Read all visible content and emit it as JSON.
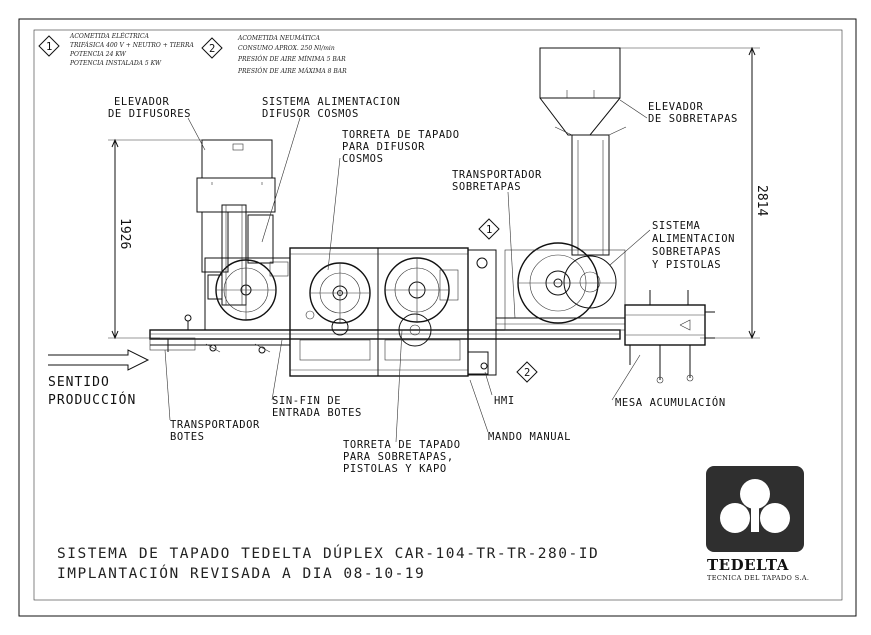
{
  "notes": [
    {
      "number": "1",
      "lines": [
        "ACOMETIDA ELÉCTRICA",
        "TRIFÁSICA 400 V + NEUTRO + TIERRA",
        "POTENCIA 24 KW",
        "POTENCIA INSTALADA 5 KW"
      ]
    },
    {
      "number": "2",
      "lines": [
        "ACOMETIDA NEUMÁTICA",
        "CONSUMO APROX. 250 Nl/min",
        "PRESIÓN DE AIRE MÍNIMA 5 BAR",
        "PRESIÓN DE AIRE MÁXIMA 8 BAR"
      ]
    }
  ],
  "labels": {
    "elevador_difusores": [
      "ELEVADOR",
      "DE DIFUSORES"
    ],
    "sistema_alimentacion_difusor": [
      "SISTEMA ALIMENTACION",
      "DIFUSOR COSMOS"
    ],
    "torreta_difusor": [
      "TORRETA DE TAPADO",
      "PARA DIFUSOR",
      "COSMOS"
    ],
    "transportador_sobretapas": [
      "TRANSPORTADOR",
      "SOBRETAPAS"
    ],
    "elevador_sobretapas": [
      "ELEVADOR",
      "DE SOBRETAPAS"
    ],
    "sistema_alimentacion_sobretapas": [
      "SISTEMA",
      "ALIMENTACION",
      "SOBRETAPAS",
      "Y PISTOLAS"
    ],
    "sentido_produccion": [
      "SENTIDO",
      "PRODUCCIÓN"
    ],
    "transportador_botes": [
      "TRANSPORTADOR",
      "BOTES"
    ],
    "sinfin": [
      "SIN-FIN DE",
      "ENTRADA BOTES"
    ],
    "hmi": "HMI",
    "mando_manual": "MANDO MANUAL",
    "mesa_acumulacion": "MESA ACUMULACIÓN",
    "torreta_sobretapas": [
      "TORRETA DE TAPADO",
      "PARA SOBRETAPAS,",
      "PISTOLAS Y KAPO"
    ]
  },
  "markers": {
    "m1": "1",
    "m2": "2"
  },
  "dimensions": {
    "height_left": "1926",
    "height_right": "2814"
  },
  "title": {
    "line1": "SISTEMA DE TAPADO TEDELTA DÚPLEX CAR-104-TR-TR-280-ID",
    "line2": "IMPLANTACIÓN REVISADA A DIA 08-10-19"
  },
  "logo": {
    "name": "TEDELTA",
    "tagline": "TECNICA DEL TAPADO S.A."
  }
}
